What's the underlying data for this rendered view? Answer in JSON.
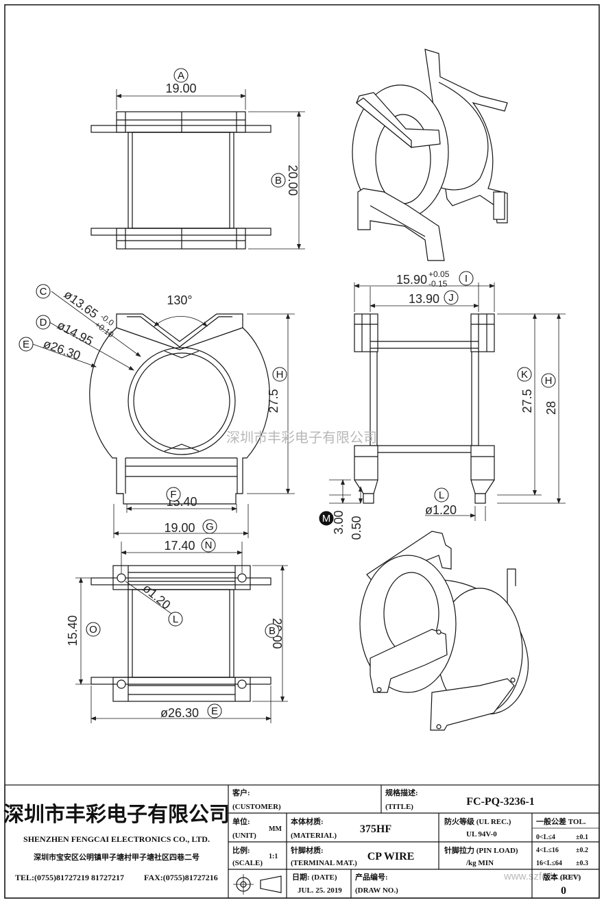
{
  "dimensions": {
    "top_view": {
      "width": "19.00",
      "width_tag": "A",
      "height": "20.00",
      "height_tag": "B"
    },
    "front_view": {
      "angle": "130°",
      "d1": "ø13.65",
      "d1_tol_up": "+0.10",
      "d1_tol_dn": "-0.0",
      "d1_tag": "C",
      "d2": "ø14.95",
      "d2_tag": "D",
      "d3": "ø26.30",
      "d3_tag": "E",
      "height": "27.5",
      "height_tag": "H",
      "pin_span": "15.40",
      "pin_span_tag": "F",
      "width": "19.00",
      "width_tag": "G"
    },
    "side_view": {
      "outer": "15.90",
      "outer_tol_up": "+0.05",
      "outer_tol_dn": "-0.15",
      "outer_tag": "I",
      "inner": "13.90",
      "inner_tag": "J",
      "h1": "27.5",
      "h1_tag": "K",
      "h2": "28",
      "h2_tag": "H",
      "pin_len": "3.00",
      "pin_tip": "0.50",
      "pin_tag": "M",
      "pin_dia": "ø1.20",
      "pin_dia_tag": "L"
    },
    "bottom_view": {
      "width": "17.40",
      "width_tag": "N",
      "pin_dia": "ø1.20",
      "pin_dia_tag": "L",
      "height": "15.40",
      "height_tag": "O",
      "height2": "20.00",
      "height2_tag": "B",
      "overall": "ø26.30",
      "overall_tag": "E"
    }
  },
  "watermark": {
    "center": "深圳市丰彩电子有限公司",
    "corner": "www.szfcdz.com"
  },
  "title_block": {
    "company_cn": "深圳市丰彩电子有限公司",
    "company_en": "SHENZHEN FENGCAI ELECTRONICS CO., LTD.",
    "address": "深圳市宝安区公明镇甲子塘村甲子塘社区四巷二号",
    "tel": "TEL:(0755)81727219  81727217",
    "fax": "FAX:(0755)81727216",
    "customer_cn": "客户:",
    "customer_en": "(CUSTOMER)",
    "title_cn": "规格描述:",
    "title_en": "(TITLE)",
    "title_val": "FC-PQ-3236-1",
    "unit_cn": "单位:",
    "unit_en": "(UNIT)",
    "unit_val": "MM",
    "material_cn": "本体材质:",
    "material_en": "(MATERIAL)",
    "material_val": "375HF",
    "flame_cn": "防火等级 (UL REC.)",
    "flame_val": "UL 94V-0",
    "tol_title": "一般公差 TOL.",
    "tol_rows": [
      {
        "range": "0<L≤4",
        "tol": "±0.1"
      },
      {
        "range": "4<L≤16",
        "tol": "±0.2"
      },
      {
        "range": "16<L≤64",
        "tol": "±0.3"
      }
    ],
    "scale_cn": "比例:",
    "scale_en": "(SCALE)",
    "scale_val": "1:1",
    "terminal_cn": "针脚材质:",
    "terminal_en": "(TERMINAL MAT.)",
    "terminal_val": "CP WIRE",
    "pinload_cn": "针脚拉力 (PIN LOAD)",
    "pinload_val": "/kg MIN",
    "date_cn": "日期: (DATE)",
    "date_val": "JUL. 25. 2019",
    "drawno_cn": "产品编号:",
    "drawno_en": "(DRAW NO.)",
    "rev_cn": "版本 (REV)",
    "rev_val": "0"
  }
}
